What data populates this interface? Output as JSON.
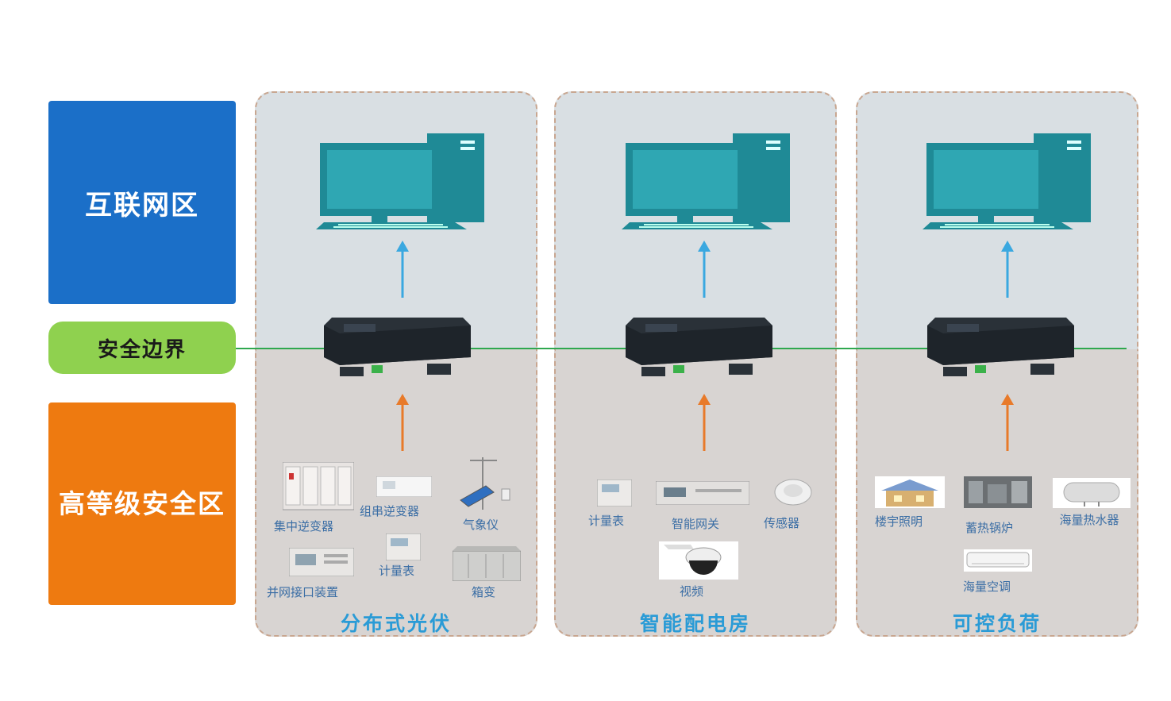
{
  "zones": {
    "internet": "互联网区",
    "boundary": "安全边界",
    "high_security_line1": "高等级",
    "high_security_line2": "安全区"
  },
  "colors": {
    "internet_zone": "#1b6fc8",
    "boundary_zone": "#8fd14f",
    "high_zone": "#ee7a10",
    "panel_title": "#2a9bd6",
    "computer": "#1f8a96",
    "up_arrow_top": "#3aa8e0",
    "up_arrow_bottom": "#e87a2a",
    "boundary_line": "#2fa84f"
  },
  "panels": [
    {
      "title": "分布式光伏",
      "devices": [
        "集中逆变器",
        "组串逆变器",
        "气象仪",
        "计量表",
        "并网接口装置",
        "箱变"
      ]
    },
    {
      "title": "智能配电房",
      "devices": [
        "计量表",
        "智能网关",
        "传感器",
        "视频"
      ]
    },
    {
      "title": "可控负荷",
      "devices": [
        "楼宇照明",
        "蓄热锅炉",
        "海量热水器",
        "海量空调"
      ]
    }
  ]
}
